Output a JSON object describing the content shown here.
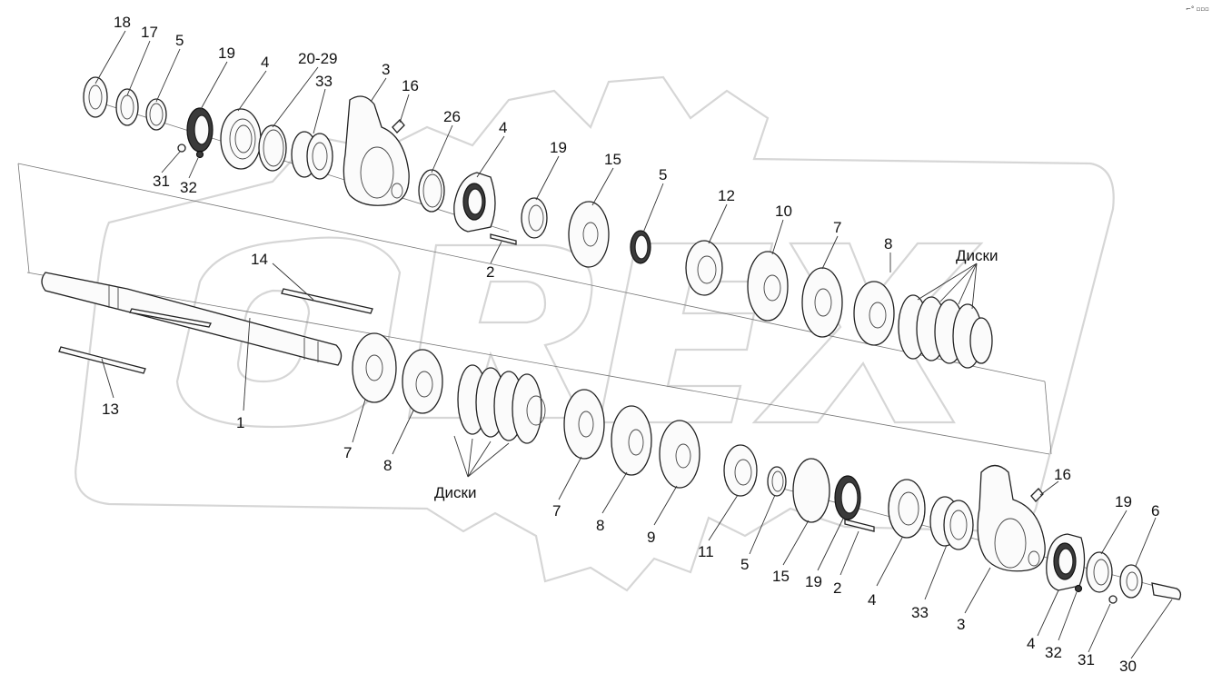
{
  "corner_mark": "⌐° ▫▫▫",
  "watermark": "OREX",
  "labels": {
    "l18": "18",
    "l17": "17",
    "l5a": "5",
    "l19a": "19",
    "l4a": "4",
    "l2029": "20-29",
    "l33a": "33",
    "l3a": "3",
    "l16a": "16",
    "l31a": "31",
    "l32a": "32",
    "l26": "26",
    "l4b": "4",
    "l19b": "19",
    "l15a": "15",
    "l5b": "5",
    "l2a": "2",
    "l12": "12",
    "l10": "10",
    "l7a": "7",
    "l8a": "8",
    "disks_a": "Диски",
    "l14": "14",
    "l13": "13",
    "l1": "1",
    "l7b": "7",
    "l8b": "8",
    "disks_b": "Диски",
    "l7c": "7",
    "l8c": "8",
    "l9": "9",
    "l11": "11",
    "l5c": "5",
    "l15b": "15",
    "l19c": "19",
    "l2b": "2",
    "l4c": "4",
    "l33b": "33",
    "l3b": "3",
    "l16b": "16",
    "l19d": "19",
    "l6": "6",
    "l4d": "4",
    "l32b": "32",
    "l31b": "31",
    "l30": "30"
  }
}
